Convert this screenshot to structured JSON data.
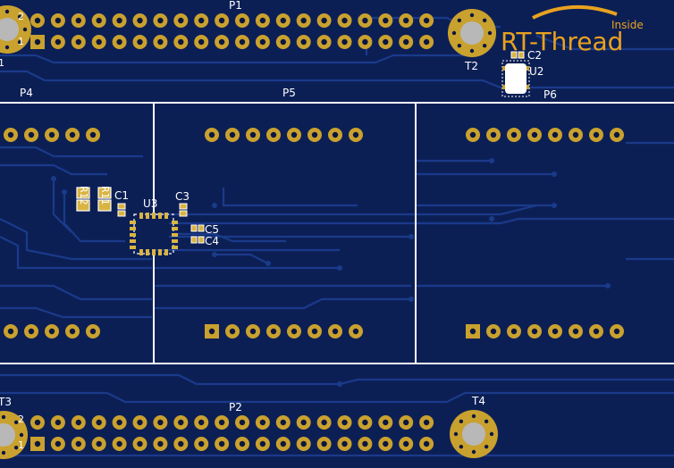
{
  "colors": {
    "board": "#0c1f55",
    "trace": "#1a3a8a",
    "copper": "#c9a12e",
    "copper_light": "#d9b443",
    "hole": "#0b1640",
    "silkscreen": "#ffffff",
    "logo_orange": "#e8a21f"
  },
  "logo": {
    "brand": "RT-Thread",
    "tag": "Inside"
  },
  "headers": {
    "p1": {
      "label": "P1",
      "pin_top": "2",
      "pin_bottom": "1"
    },
    "p2": {
      "label": "P2",
      "pin_top": "2",
      "pin_bottom": "1"
    }
  },
  "connectors": {
    "p4": "P4",
    "p5": "P5",
    "p6": "P6"
  },
  "mounting_holes": {
    "t2": "T2",
    "t3": "T3",
    "t4": "T4",
    "t1_pin": "1"
  },
  "components": {
    "r11": "R11",
    "r12": "R12",
    "c1": "C1",
    "c2": "C2",
    "c3": "C3",
    "c4": "C4",
    "c5": "C5",
    "u2": "U2",
    "u3": "U3"
  }
}
